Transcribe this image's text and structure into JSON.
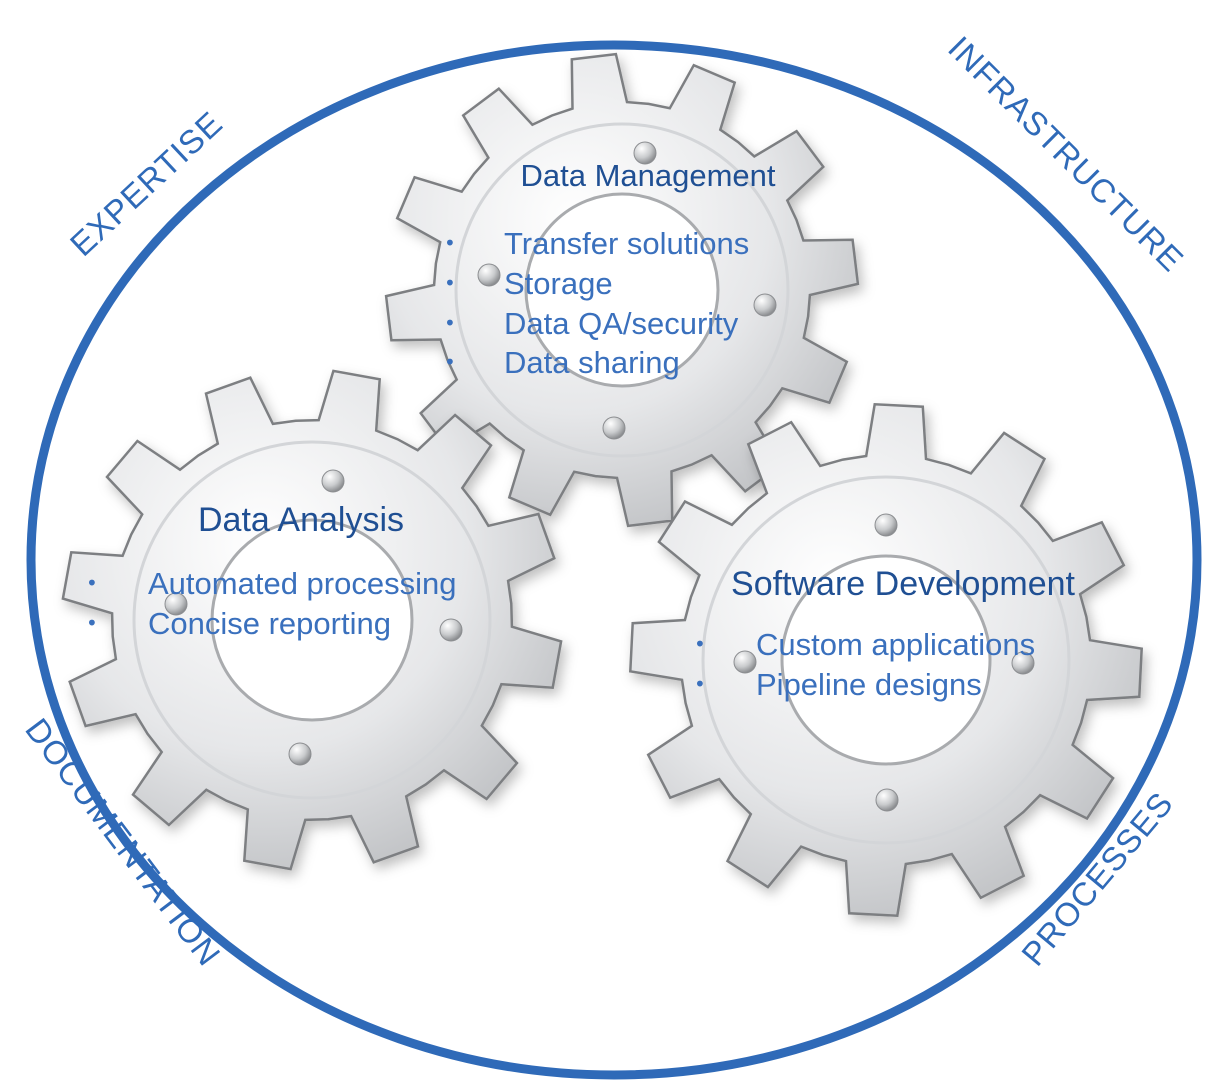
{
  "colors": {
    "ring": "#2f6ab8",
    "title": "#1f4f93",
    "item": "#3a70bd",
    "gear_fill_light": "#ffffff",
    "gear_fill_dark": "#bfc1c4",
    "gear_stroke": "#7d7f82"
  },
  "ring_labels": {
    "top_left": "EXPERTISE",
    "top_right": "INFRASTRUCTURE",
    "bottom_left": "DOCUMENTATION",
    "bottom_right": "PROCESSES"
  },
  "gears": {
    "data_management": {
      "title": "Data Management",
      "items": [
        "Transfer solutions",
        "Storage",
        "Data QA/security",
        "Data sharing"
      ]
    },
    "data_analysis": {
      "title": "Data Analysis",
      "items": [
        "Automated processing",
        "Concise reporting"
      ]
    },
    "software_development": {
      "title": "Software Development",
      "items": [
        "Custom applications",
        "Pipeline designs"
      ]
    }
  },
  "icons": {
    "gear": "gear-icon",
    "bolt": "bolt-icon",
    "bullet": "bullet-icon"
  }
}
